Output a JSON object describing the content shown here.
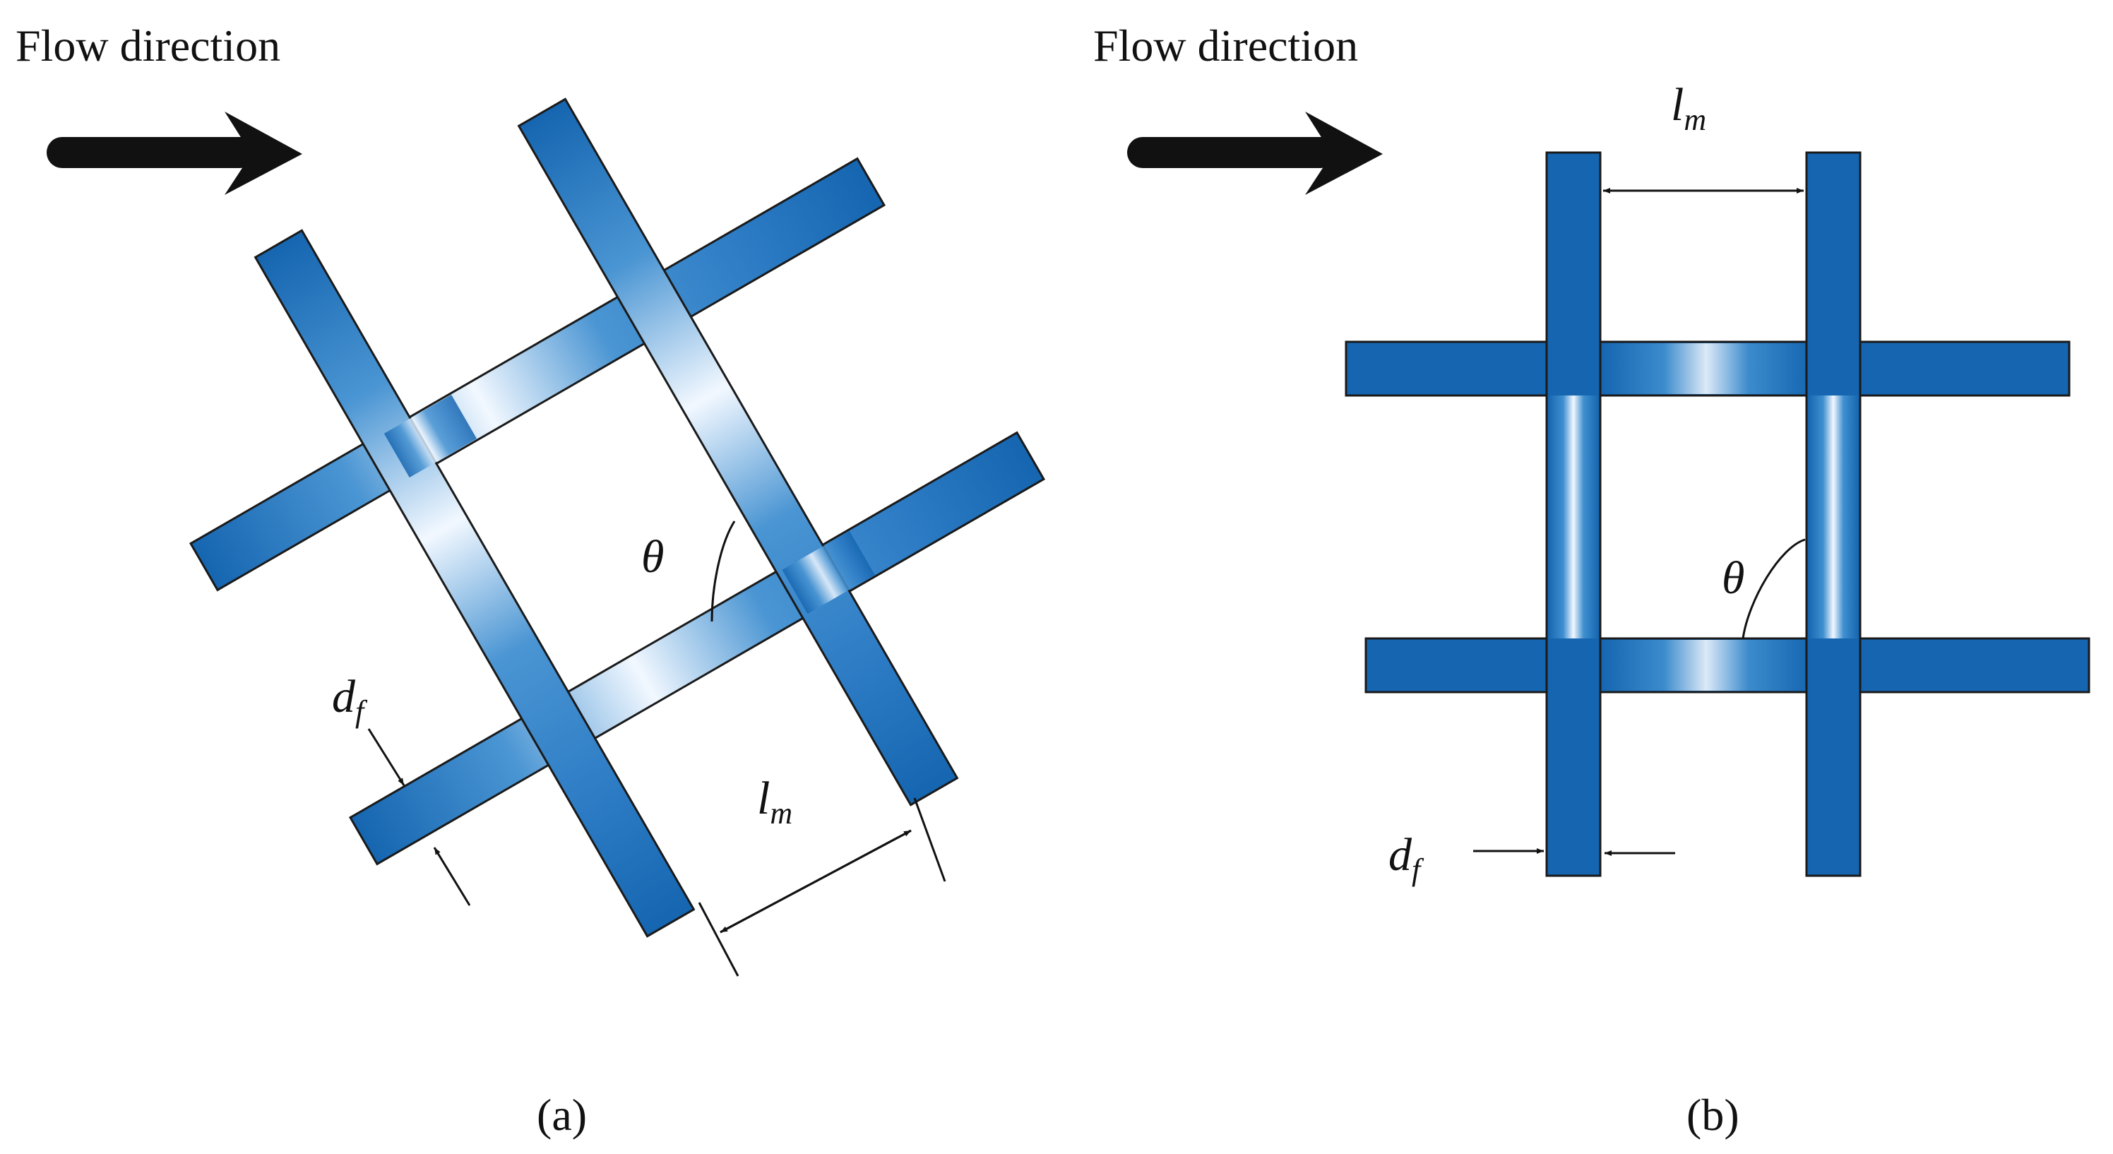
{
  "panel_a": {
    "flow_label": "Flow direction",
    "caption": "(a)",
    "theta": "θ",
    "d_main": "d",
    "d_sub": "f",
    "l_main": "l",
    "l_sub": "m"
  },
  "panel_b": {
    "flow_label": "Flow direction",
    "caption": "(b)",
    "theta": "θ",
    "d_main": "d",
    "d_sub": "f",
    "l_main": "l",
    "l_sub": "m"
  },
  "colors": {
    "fiber_dark": "#1565b0",
    "fiber_light": "#ffffff",
    "arrow": "#111111"
  }
}
